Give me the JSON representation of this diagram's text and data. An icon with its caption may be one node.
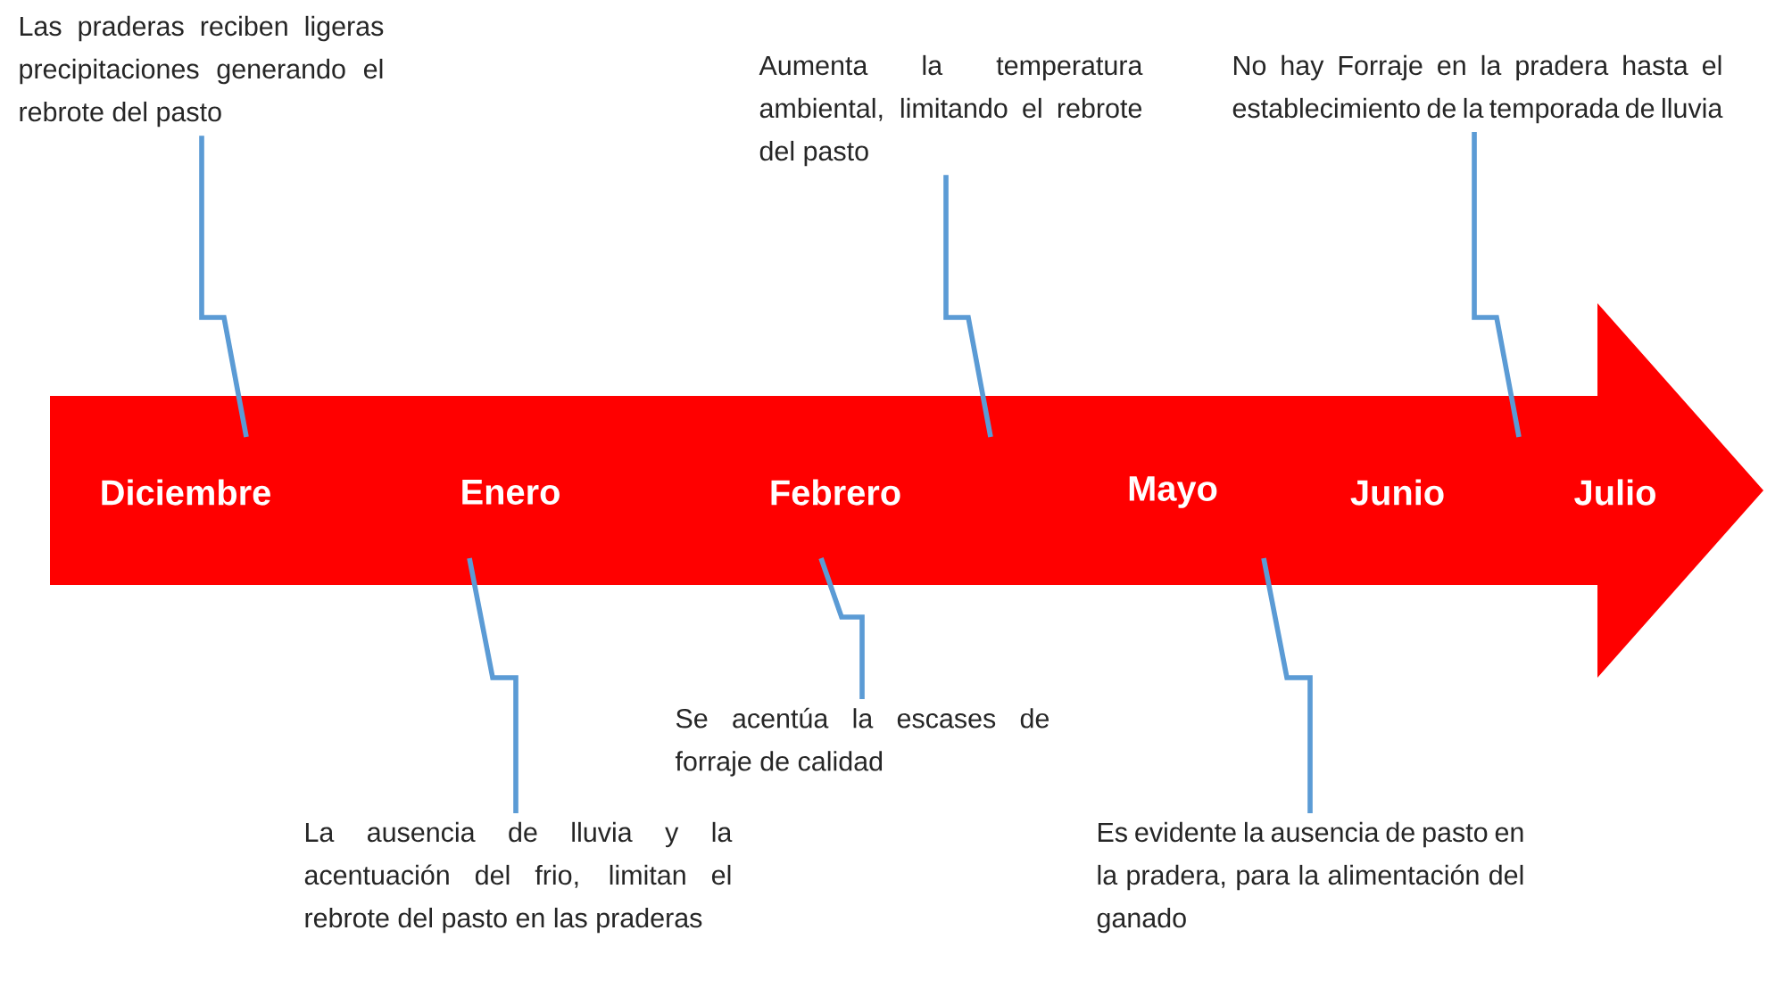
{
  "diagram": {
    "nodes": [
      {
        "text": [
          "Las praderas reciben ligeras precipitaciones generando el rebrote del pasto"
        ]
      },
      {
        "text": [
          "Aumenta la temperatura ambiental, limitando el rebrote del pasto"
        ]
      },
      {
        "text": [
          "No hay Forraje en la pradera hasta el establecimiento de la temporada de lluvia"
        ]
      },
      {
        "text": [
          "Se acentúa la escases de forraje de calidad"
        ]
      },
      {
        "text": [
          "La ausencia de lluvia y la acentuación del frio, limitan el rebrote del pasto en las praderas"
        ]
      },
      {
        "text": [
          "Es evidente la ausencia de pasto en la pradera, para la alimentación del ganado"
        ]
      }
    ],
    "edges": [
      {
        "from": 0,
        "to": null,
        "arrow": "none"
      },
      {
        "from": 1,
        "to": null,
        "arrow": "none"
      },
      {
        "from": 2,
        "to": null,
        "arrow": "none"
      },
      {
        "from": 3,
        "to": null,
        "arrow": "none"
      },
      {
        "from": 4,
        "to": null,
        "arrow": "none"
      },
      {
        "from": 5,
        "to": null,
        "arrow": "none"
      }
    ],
    "labels": [
      "Diciembre",
      "Enero",
      "Febrero",
      "Mayo",
      "Junio",
      "Julio"
    ]
  }
}
